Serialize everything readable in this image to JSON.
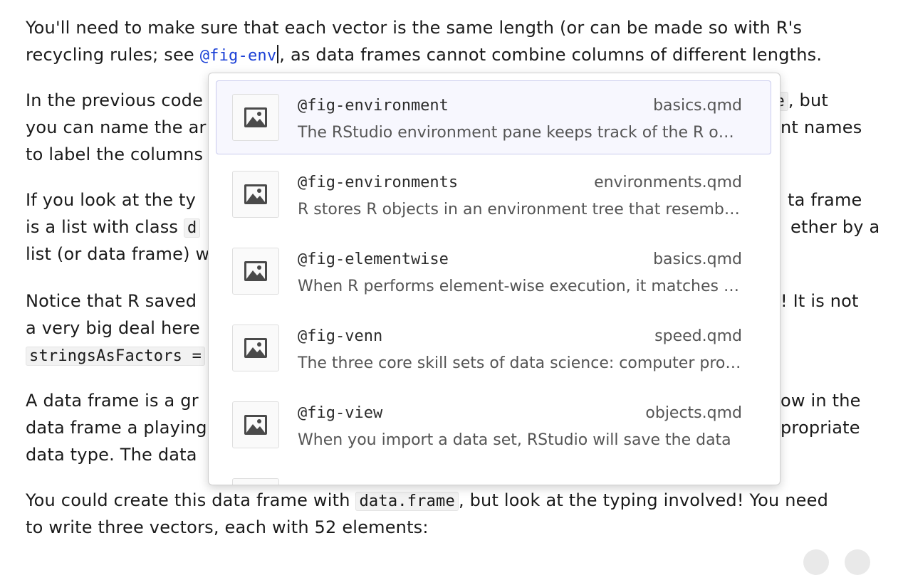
{
  "paragraphs": {
    "p1": {
      "l1": "You'll need to make sure that each vector is the same length (or can be made so with R's",
      "l2_pre": "recycling rules; see ",
      "l2_xref": "@fig-env",
      "l2_post": ", as data frames cannot combine columns of different lengths."
    },
    "p2": {
      "l1_left": "In the previous code",
      "l1_code": "ue",
      "l1_right": ", but",
      "l2_left": "you can name the ar",
      "l2_right": "nt names",
      "l3_left": "to label the columns"
    },
    "p3": {
      "l1_left": "If you look at the ty",
      "l1_right": "ta frame",
      "l2_left": "is a list with class ",
      "l2_code": "d",
      "l2_right": "ether by a",
      "l3_left": "list (or data frame) w"
    },
    "p4": {
      "l1_left": "Notice that R saved",
      "l1_right": "! It is not",
      "l2_left": "a very big deal here",
      "l3_code": "stringsAsFactors ="
    },
    "p5": {
      "l1_left": "A data frame is a gr",
      "l1_right": "ow in the",
      "l2_left": "data frame a playing",
      "l2_right": "propriate",
      "l3_left": "data type. The data"
    },
    "p6": {
      "l1_pre": "You could create this data frame with ",
      "l1_code": "data.frame",
      "l1_post": ", but look at the typing involved! You need",
      "l2": "to write three vectors, each with 52 elements:"
    }
  },
  "autocomplete": {
    "items": [
      {
        "id": "@fig-environment",
        "file": "basics.qmd",
        "desc": "The RStudio environment pane keeps track of the R objects you create",
        "selected": true
      },
      {
        "id": "@fig-environments",
        "file": "environments.qmd",
        "desc": "R stores R objects in an environment tree that resembles",
        "selected": false
      },
      {
        "id": "@fig-elementwise",
        "file": "basics.qmd",
        "desc": "When R performs element-wise execution, it matches up vectors",
        "selected": false
      },
      {
        "id": "@fig-venn",
        "file": "speed.qmd",
        "desc": "The three core skill sets of data science: computer programming",
        "selected": false
      },
      {
        "id": "@fig-view",
        "file": "objects.qmd",
        "desc": "When you import a data set, RStudio will save the data",
        "selected": false
      }
    ]
  },
  "colors": {
    "xref": "#1a3fd6",
    "selected_bg": "#f7f7fe",
    "selected_border": "#c9cbee"
  },
  "icons": {
    "thumb": "image-icon"
  }
}
